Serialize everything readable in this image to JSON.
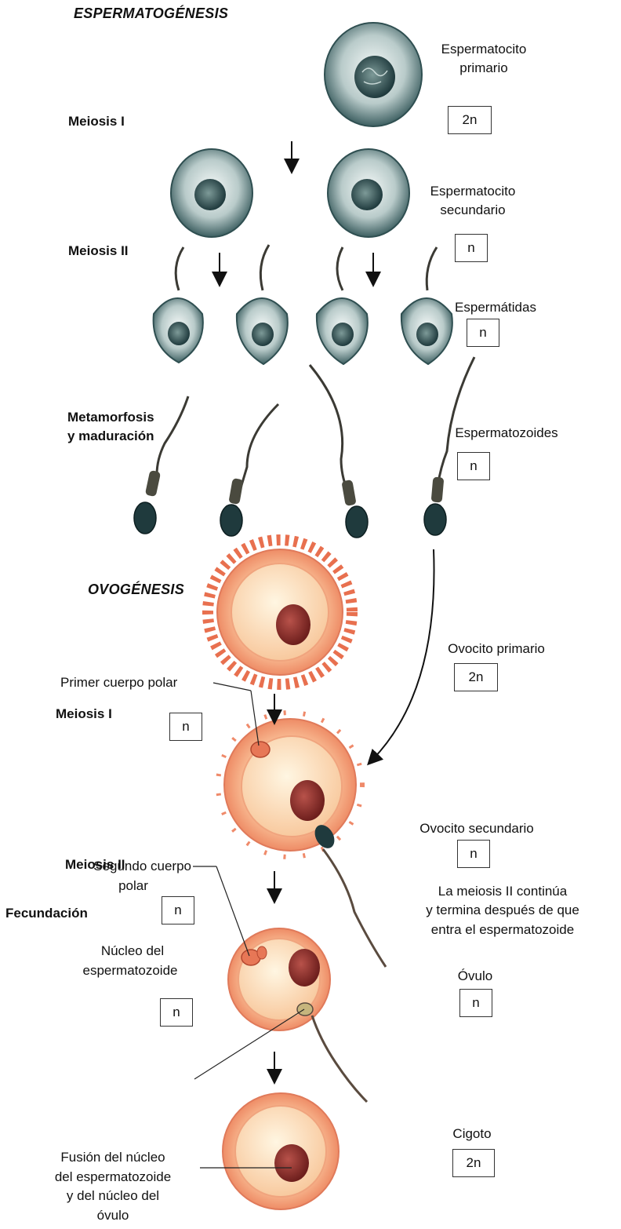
{
  "sections": {
    "spermatogenesis_title": "ESPERMATOGÉNESIS",
    "oogenesis_title": "OVOGÉNESIS"
  },
  "stages": {
    "sperm_meiosis1": "Meiosis I",
    "sperm_meiosis2": "Meiosis II",
    "metamorphosis_line1": "Metamorfosis",
    "metamorphosis_line2": "y maduración",
    "ovo_meiosis1": "Meiosis I",
    "ovo_meiosis2": "Meiosis II",
    "fertilization": "Fecundación"
  },
  "sperm_cells": {
    "primary_line1": "Espermatocito",
    "primary_line2": "primario",
    "primary_ploidy": "2n",
    "secondary_line1": "Espermatocito",
    "secondary_line2": "secundario",
    "secondary_ploidy": "n",
    "spermatids": "Espermátidas",
    "spermatids_ploidy": "n",
    "spermatozoa": "Espermatozoides",
    "spermatozoa_ploidy": "n"
  },
  "ovo_cells": {
    "primary": "Ovocito primario",
    "primary_ploidy": "2n",
    "first_polar_body": "Primer cuerpo polar",
    "first_polar_ploidy": "n",
    "secondary": "Ovocito secundario",
    "secondary_ploidy": "n",
    "second_polar_line1": "Segundo cuerpo",
    "second_polar_line2": "polar",
    "second_polar_ploidy": "n",
    "meiosis_note_line1": "La meiosis II continúa",
    "meiosis_note_line2": "y termina  después de que",
    "meiosis_note_line3": "entra el espermatozoide",
    "sperm_nucleus_line1": "Núcleo del",
    "sperm_nucleus_line2": "espermatozoide",
    "sperm_nucleus_ploidy": "n",
    "ovum": "Óvulo",
    "ovum_ploidy": "n",
    "zygote": "Cigoto",
    "zygote_ploidy": "2n",
    "fusion_line1": "Fusión del núcleo",
    "fusion_line2": "del espermatozoide",
    "fusion_line3": "y del núcleo del",
    "fusion_line4": "óvulo"
  },
  "colors": {
    "sperm_cell": "#5e7f80",
    "sperm_cell_light": "#e8efee",
    "ovocyte_outer": "#f2a27d",
    "ovocyte_inner": "#fde7c4",
    "nucleus": "#8e2e2a",
    "corona": "#e8704f"
  }
}
